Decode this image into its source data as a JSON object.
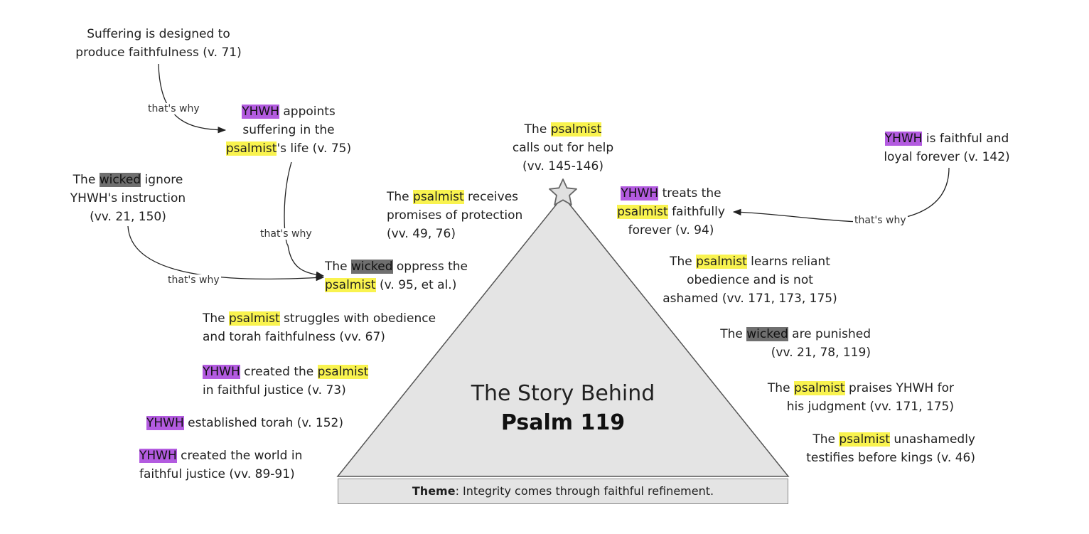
{
  "title": {
    "line1": "The Story Behind",
    "line2": "Psalm 119"
  },
  "theme": {
    "label": "Theme",
    "text": ": Integrity comes through faithful refinement."
  },
  "arrow_label": "that's why",
  "terms": {
    "psalmist": "psalmist",
    "yhwh": "YHWH",
    "wicked": "wicked"
  },
  "notes": {
    "suffering_designed": {
      "l1": "Suffering is designed to",
      "l2": "produce faithfulness (v. 71)"
    },
    "yhwh_appoints": {
      "l1_rest": " appoints",
      "l2": "suffering in the",
      "l3_rest": "'s life (v. 75)"
    },
    "wicked_ignore": {
      "l1_pre": "The ",
      "l1_rest": " ignore",
      "l2": "YHWH's instruction",
      "l3": "(vv. 21, 150)"
    },
    "wicked_oppress": {
      "l1_pre": "The ",
      "l1_rest": " oppress the",
      "l2_rest": " (v. 95, et al.)"
    },
    "calls_out": {
      "l1_pre": "The ",
      "l2": "calls out for help",
      "l3": "(vv. 145-146)"
    },
    "receives_promises": {
      "l1_pre": "The ",
      "l1_rest": " receives",
      "l2": "promises of protection",
      "l3": "(vv. 49, 76)"
    },
    "struggles": {
      "l1_pre": "The ",
      "l1_rest": " struggles with obedience",
      "l2": "and torah faithfulness (vv. 67)"
    },
    "created_psalmist": {
      "l1_rest": " created the ",
      "l2": "in faithful justice (v. 73)"
    },
    "established_torah": {
      "l1_rest": " established torah (v. 152)"
    },
    "created_world": {
      "l1_rest": " created the world in",
      "l2": "faithful justice (vv. 89-91)"
    },
    "faithful_loyal": {
      "l1_rest": " is faithful and",
      "l2": "loyal forever (v. 142)"
    },
    "treats_faithfully": {
      "l1_rest": " treats the",
      "l2_rest": " faithfully",
      "l3": "forever (v. 94)"
    },
    "learns_obedience": {
      "l1_pre": "The ",
      "l1_rest": " learns reliant",
      "l2": "obedience and is not",
      "l3": "ashamed (vv. 171, 173, 175)"
    },
    "wicked_punished": {
      "l1_pre": "The ",
      "l1_rest": " are punished",
      "l2": "(vv. 21, 78, 119)"
    },
    "praises": {
      "l1_pre": "The ",
      "l1_rest": " praises YHWH for",
      "l2": "his judgment (vv. 171, 175)"
    },
    "testifies": {
      "l1_pre": "The ",
      "l1_rest": " unashamedly",
      "l2": "testifies before kings (v. 46)"
    }
  }
}
